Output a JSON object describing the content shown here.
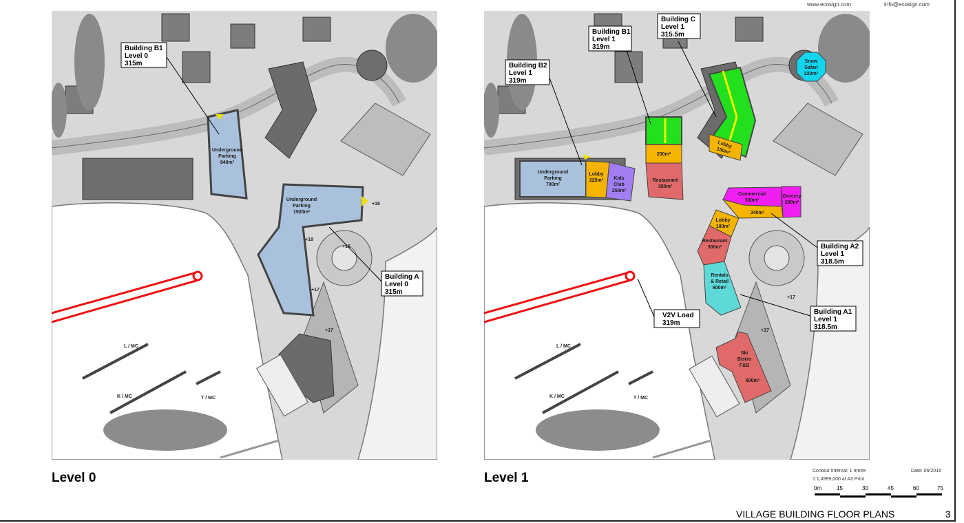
{
  "header": {
    "website": "www.ecosign.com",
    "email": "info@ecosign.com"
  },
  "maps": {
    "level0": {
      "title": "Level 0",
      "callouts": {
        "b1": {
          "name": "Building B1",
          "level": "Level 0",
          "elev": "315m"
        },
        "a": {
          "name": "Building A",
          "level": "Level 0",
          "elev": "315m"
        }
      },
      "spaces": {
        "b1_parking": {
          "name": "Underground",
          "name2": "Parking",
          "area": "840m²"
        },
        "a_parking": {
          "name": "Underground",
          "name2": "Parking",
          "area": "1920m²"
        }
      },
      "spot_elevations": [
        "+16",
        "+18",
        "+16",
        "+17",
        "+17"
      ],
      "ski_runs": [
        "L / MC",
        "K / MC",
        "T / MC"
      ]
    },
    "level1": {
      "title": "Level 1",
      "callouts": {
        "b1": {
          "name": "Building B1",
          "level": "Level 1",
          "elev": "319m"
        },
        "c": {
          "name": "Building C",
          "level": "Level 1",
          "elev": "315.5m"
        },
        "b2": {
          "name": "Building B2",
          "level": "Level 1",
          "elev": "319m"
        },
        "a2": {
          "name": "Building A2",
          "level": "Level 1",
          "elev": "318.5m"
        },
        "a1": {
          "name": "Building A1",
          "level": "Level 1",
          "elev": "318.5m"
        },
        "v2v": {
          "name": "V2V Load",
          "elev": "319m"
        }
      },
      "spaces": {
        "b2_parking": {
          "name": "Underground",
          "name2": "Parking",
          "area": "700m²"
        },
        "b2_lobby": {
          "name": "Lobby",
          "area": "225m²"
        },
        "b2_kids": {
          "name": "Kids",
          "name2": "Club",
          "area": "250m²"
        },
        "b1_unit": {
          "area": "200m²"
        },
        "b1_restaurant": {
          "name": "Restaurant",
          "area": "350m²"
        },
        "c_lobby": {
          "name": "Lobby",
          "area": "150m²"
        },
        "snow_safari": {
          "name": "Snow",
          "name2": "Safari",
          "area": "220m²"
        },
        "a2_commercial": {
          "name": "Commercial",
          "area": "300m²"
        },
        "a2_grocery": {
          "name": "Grocery",
          "area": "200m²"
        },
        "a2_unit": {
          "area": "340m²"
        },
        "a2_lobby": {
          "name": "Lobby",
          "area": "180m²"
        },
        "a2_restaurant": {
          "name": "Restaurant",
          "area": "300m²"
        },
        "a1_rentals": {
          "name": "Rentals",
          "name2": "& Retail",
          "area": "600m²"
        },
        "ski_bistro": {
          "name": "Ski",
          "name2": "Bistro",
          "name3": "F&B",
          "area": "600m²"
        }
      },
      "spot_elevations": [
        "+17",
        "+17"
      ],
      "ski_runs": [
        "L / MC",
        "K / MC",
        "T / MC"
      ]
    }
  },
  "legend": {
    "contour": "Contour Interval: 1 metre",
    "scale_ratio": "1:1,4999,000 at A3 Print",
    "date": "Date: 06/2016",
    "scale_ticks": [
      "0m",
      "15",
      "30",
      "45",
      "60",
      "75"
    ]
  },
  "footer": {
    "title": "VILLAGE BUILDING FLOOR PLANS",
    "page": "3"
  },
  "colors": {
    "parking": "#a9c1dc",
    "lobby": "#f5b400",
    "kids": "#a17ef2",
    "green": "#22e01e",
    "restaurant": "#e06a6a",
    "magenta": "#f01ef0",
    "cyan": "#5fd8d8",
    "safari": "#13d6ee",
    "lift": "#ee1111"
  }
}
